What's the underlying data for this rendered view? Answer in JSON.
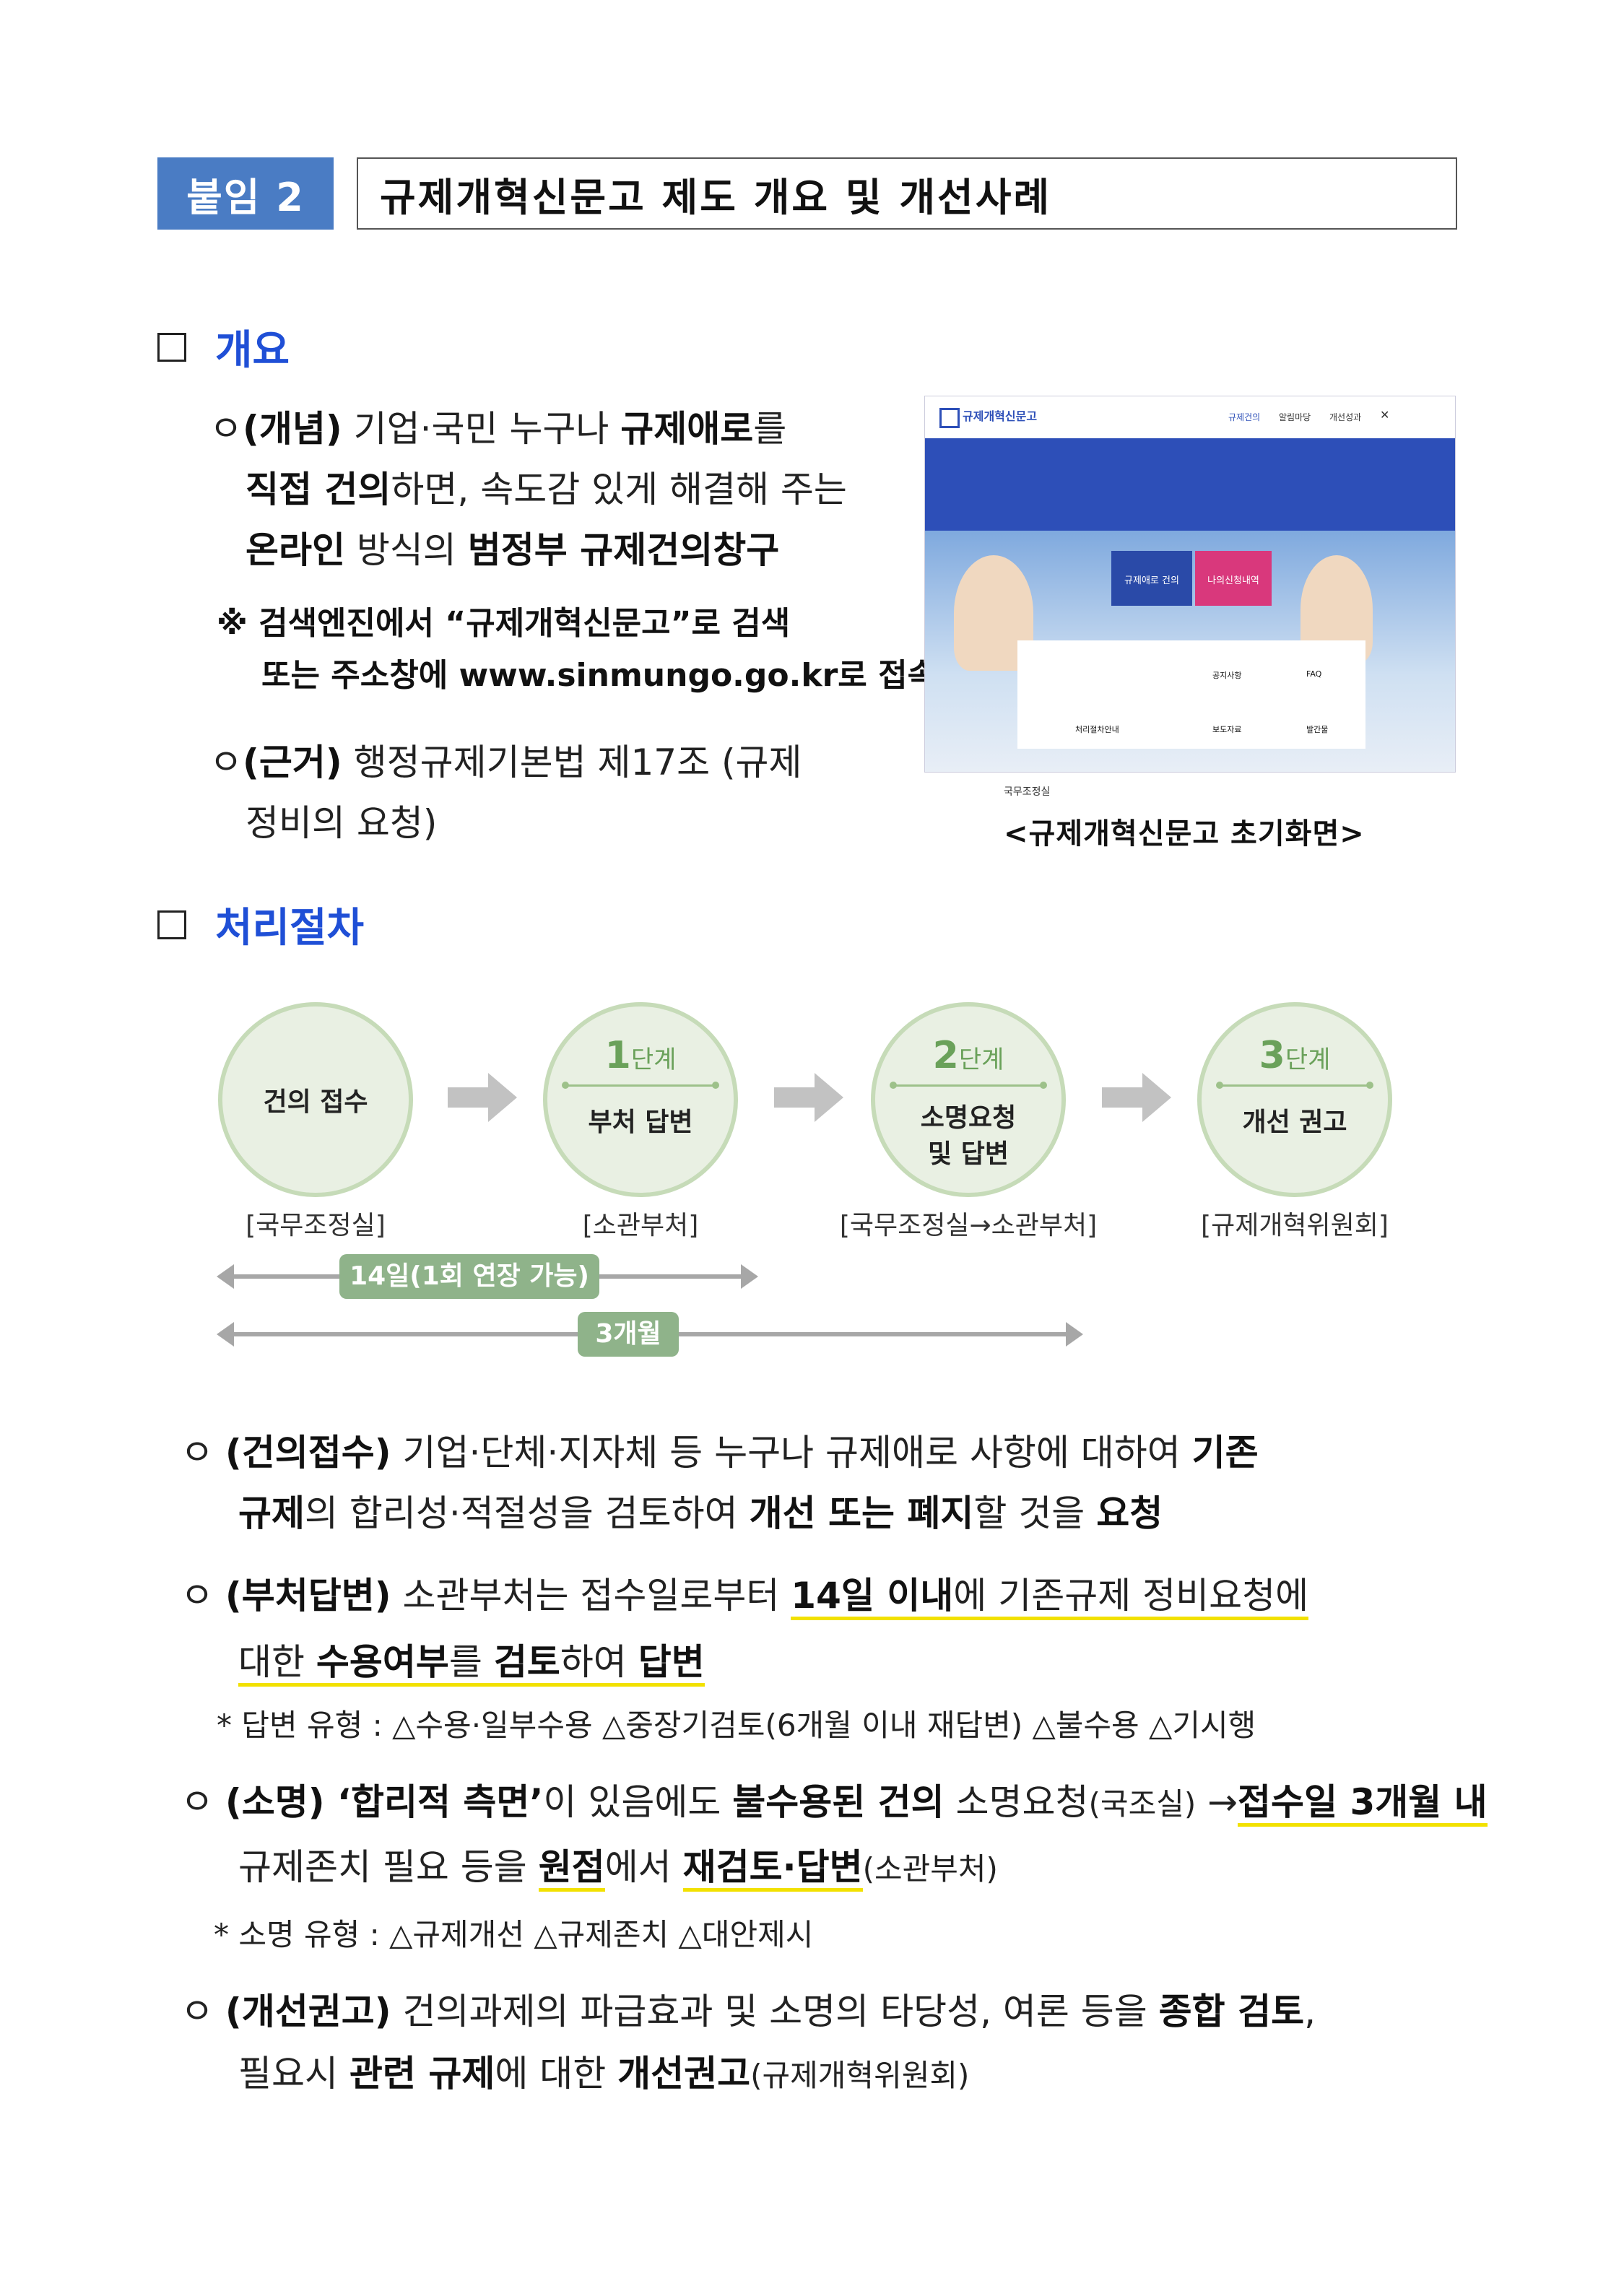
{
  "header": {
    "tag": "붙임 2",
    "title": "규제개혁신문고 제도 개요 및 개선사례"
  },
  "overview": {
    "heading": "개요",
    "concept": {
      "label": "(개념)",
      "line1_a": " 기업·국민 누구나 ",
      "line1_b": "규제애로",
      "line1_c": "를",
      "line2_a": "직접 건의",
      "line2_b": "하면, 속도감 있게 해결해 주는",
      "line3_a": "온라인",
      "line3_b": " 방식의 ",
      "line3_c": "범정부 규제건의창구"
    },
    "note1": "※ 검색엔진에서 “규제개혁신문고”로 검색",
    "note2": "또는 주소창에 www.sinmungo.go.kr로 접속",
    "basis": {
      "label": "(근거)",
      "line1": " 행정규제기본법 제17조 (규제",
      "line2": "정비의 요청)"
    },
    "screenshot_caption": "<규제개혁신문고 초기화면>",
    "shot": {
      "logo": "규제개혁신문고",
      "nav": [
        "규제건의",
        "알림마당",
        "개선성과"
      ],
      "btn_blue": "규제애로 건의",
      "btn_pink": "나의신청내역",
      "card_items": [
        "공지사항",
        "FAQ",
        "처리절차안내",
        "보도자료",
        "발간물"
      ],
      "footer": "국무조정실"
    }
  },
  "procedure": {
    "heading": "처리절차",
    "steps": [
      {
        "step_num": "",
        "step_word": "",
        "label": "건의 접수",
        "who": "[국무조정실]"
      },
      {
        "step_num": "1",
        "step_word": "단계",
        "label": "부처 답변",
        "who": "[소관부처]"
      },
      {
        "step_num": "2",
        "step_word": "단계",
        "label": "소명요청 및 답변",
        "who": "[국무조정실→소관부처]"
      },
      {
        "step_num": "3",
        "step_word": "단계",
        "label": "개선 권고",
        "who": "[규제개혁위원회]"
      }
    ],
    "period1": "14일(1회 연장 가능)",
    "period2": "3개월"
  },
  "bullets": {
    "b1": {
      "label": "(건의접수)",
      "t1": " 기업·단체·지자체 등 누구나 규제애로 사항에 대하여 ",
      "t2": "기존",
      "t3": "규제",
      "t4": "의 합리성·적절성을 검토하여 ",
      "t5": "개선 또는 폐지",
      "t6": "할 것을 ",
      "t7": "요청"
    },
    "b2": {
      "label": "(부처답변)",
      "t1": " 소관부처는 접수일로부터 ",
      "t2": "14일 이내",
      "t3": "에 기존규제 정비요청에",
      "t4": "대한 ",
      "t5": "수용여부",
      "t6": "를 ",
      "t7": "검토",
      "t8": "하여 ",
      "t9": "답변"
    },
    "b2_note": "* 답변 유형 : △수용·일부수용 △중장기검토(6개월 이내 재답변) △불수용 △기시행",
    "b3": {
      "label": "(소명)",
      "t1": " ‘합리적 측면’",
      "t2": "이 있음에도 ",
      "t3": "불수용된 건의",
      "t4": " 소명요청",
      "t5": "(국조실)",
      "t6": " →",
      "t7": "접수일 3개월 내",
      "t8": "규제존치 필요 등을 ",
      "t9": "원점",
      "t10": "에서 ",
      "t11": "재검토·답변",
      "t12": "(소관부처)"
    },
    "b3_note": "* 소명 유형 : △규제개선 △규제존치 △대안제시",
    "b4": {
      "label": "(개선권고)",
      "t1": " 건의과제의 파급효과 및 소명의 타당성, 여론 등을 ",
      "t2": "종합 검토",
      "t3": ",",
      "t4": "필요시 ",
      "t5": "관련 규제",
      "t6": "에 대한 ",
      "t7": "개선권고",
      "t8": "(규제개혁위원회)"
    }
  },
  "colors": {
    "accent": "#1f4fd6",
    "tag_bg": "#4a7cc4",
    "circle_fill": "#e9f0e3",
    "circle_border": "#c6dbb8",
    "step_green": "#6aa15a",
    "pill_green": "#8fb38a",
    "highlight": "#f2e100"
  }
}
